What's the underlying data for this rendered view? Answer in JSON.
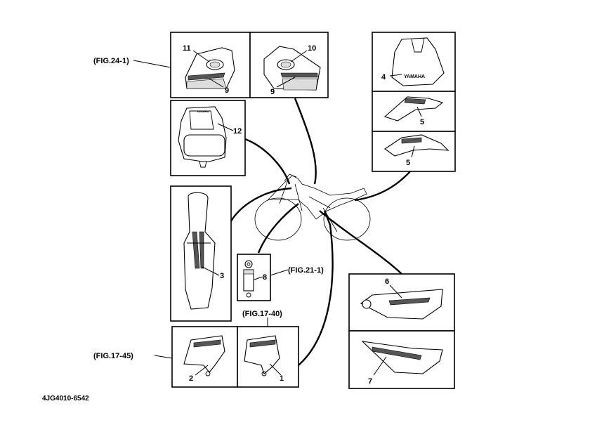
{
  "refs": {
    "fig_24_1": "(FIG.24-1)",
    "fig_21_1": "(FIG.21-1)",
    "fig_17_40": "(FIG.17-40)",
    "fig_17_45": "(FIG.17-45)"
  },
  "callouts": {
    "c1": "1",
    "c2": "2",
    "c3": "3",
    "c4": "4",
    "c5a": "5",
    "c5b": "5",
    "c6": "6",
    "c7": "7",
    "c8": "8",
    "c9a": "9",
    "c9b": "9",
    "c10": "10",
    "c11": "11",
    "c12": "12"
  },
  "logo_text": {
    "fender_brand": "YAMAHA",
    "headlight_brand": "YAMAHA"
  },
  "code": "4JG4010-6542"
}
